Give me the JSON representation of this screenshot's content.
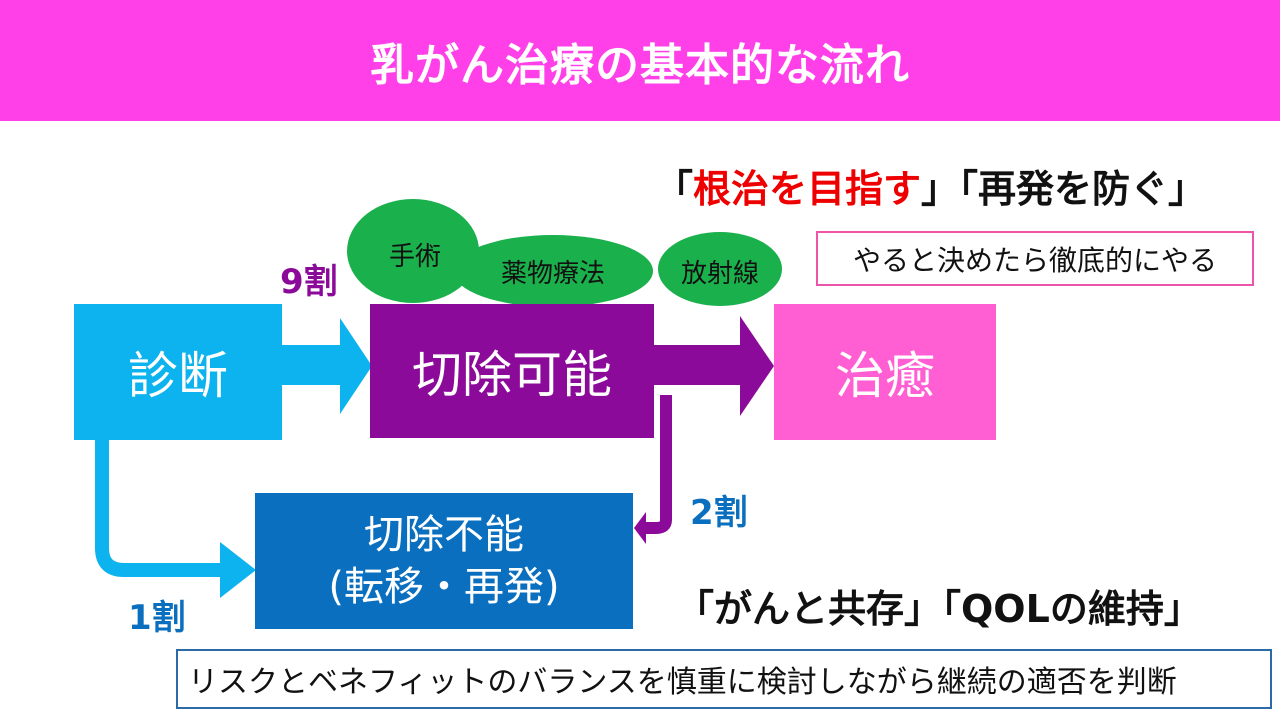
{
  "title": "乳がん治療の基本的な流れ",
  "colors": {
    "banner": "#ff3fe8",
    "diagnosis": "#0db3ee",
    "resectable": "#8b0a9a",
    "cure": "#ff5fd3",
    "unresectable": "#0a6fbe",
    "ellipse": "#1ab04c",
    "red": "#ee0000"
  },
  "nodes": {
    "diagnosis": "診断",
    "resectable": "切除可能",
    "cure": "治癒",
    "unresectable_line1": "切除不能",
    "unresectable_line2": "(転移・再発)"
  },
  "percentages": {
    "resectable": "9割",
    "recurrence": "2割",
    "unresectable": "1割"
  },
  "treatments": [
    "手術",
    "薬物療法",
    "放射線"
  ],
  "goal": {
    "open1": "「",
    "emphasis": "根治を目指す",
    "rest": "」「再発を防ぐ」"
  },
  "motto": "やると決めたら徹底的にやる",
  "coexist": "「がんと共存」「QOLの維持」",
  "footer": "リスクとベネフィットのバランスを慎重に検討しながら継続の適否を判断",
  "icons": [
    "arrow-right-icon",
    "arrow-down-left-icon"
  ]
}
